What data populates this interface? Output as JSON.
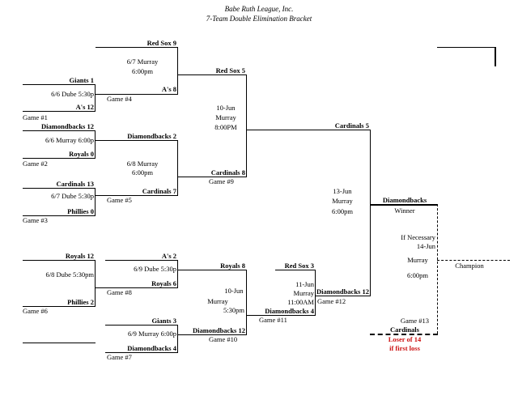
{
  "header": {
    "title": "Babe Ruth League, Inc.",
    "subtitle": "7-Team Double Elimination Bracket"
  },
  "r1": {
    "g1": {
      "top": "Giants 1",
      "info": "6/6 Dube 5:30p",
      "bottom": "A's 12",
      "label": "Game #1"
    },
    "g2": {
      "top": "Diamondbacks 12",
      "info": "6/6 Murray 6:00p",
      "bottom": "Royals 0",
      "label": "Game #2"
    },
    "g3": {
      "top": "Cardinals 13",
      "info": "6/7 Dube 5:30p",
      "bottom": "Phillies 0",
      "label": "Game #3"
    },
    "g6": {
      "top": "Royals 12",
      "info": "6/8 Dube 5:30pm",
      "bottom": "Phillies 2",
      "label": "Game #6"
    }
  },
  "r2": {
    "g4": {
      "top": "Red Sox 9",
      "info1": "6/7 Murray",
      "info2": "6:00pm",
      "bottom": "A's 8",
      "label": "Game #4"
    },
    "g5": {
      "top": "Diamondbacks 2",
      "info1": "6/8 Murray",
      "info2": "6:00pm",
      "bottom": "Cardinals 7",
      "label": "Game #5"
    },
    "g8": {
      "top": "A's 2",
      "info": "6/9 Dube 5:30p",
      "bottom": "Royals 6",
      "label": "Game #8"
    },
    "g7": {
      "top": "Giants 3",
      "info": "6/9 Murray 6:00p",
      "bottom": "Diamondbacks 4",
      "label": "Game #7"
    }
  },
  "r3": {
    "g9": {
      "top": "Red Sox 5",
      "info1": "10-Jun",
      "info2": "Murray",
      "info3": "8:00PM",
      "bottom": "Cardinals 8",
      "label": "Game #9"
    },
    "g10": {
      "top": "Royals 8",
      "info1": "10-Jun",
      "info2": "Murray",
      "info3": "5:30pm",
      "bottom": "Diamondbacks 12",
      "label": "Game #10"
    }
  },
  "r4": {
    "g11": {
      "top": "Red Sox 3",
      "info1": "11-Jun",
      "info2": "Murray",
      "info3": "11:00AM",
      "bottom": "Diamondbacks 4",
      "label": "Game #11"
    }
  },
  "r5": {
    "g12": {
      "top": "Cardinals 5",
      "info1": "13-Jun",
      "info2": "Murray",
      "info3": "6:00pm",
      "bottom": "Diamondbacks 12",
      "label": "Game #12"
    }
  },
  "final": {
    "top": "Diamondbacks",
    "winner": "Winner",
    "info1": "If Necessary",
    "info2": "14-Jun",
    "info3": "Murray",
    "info4": "6:00pm",
    "label": "Game #13",
    "bottom": "Cardinals",
    "note1": "Loser of 14",
    "note2": "if first loss",
    "champion": "Champion"
  }
}
